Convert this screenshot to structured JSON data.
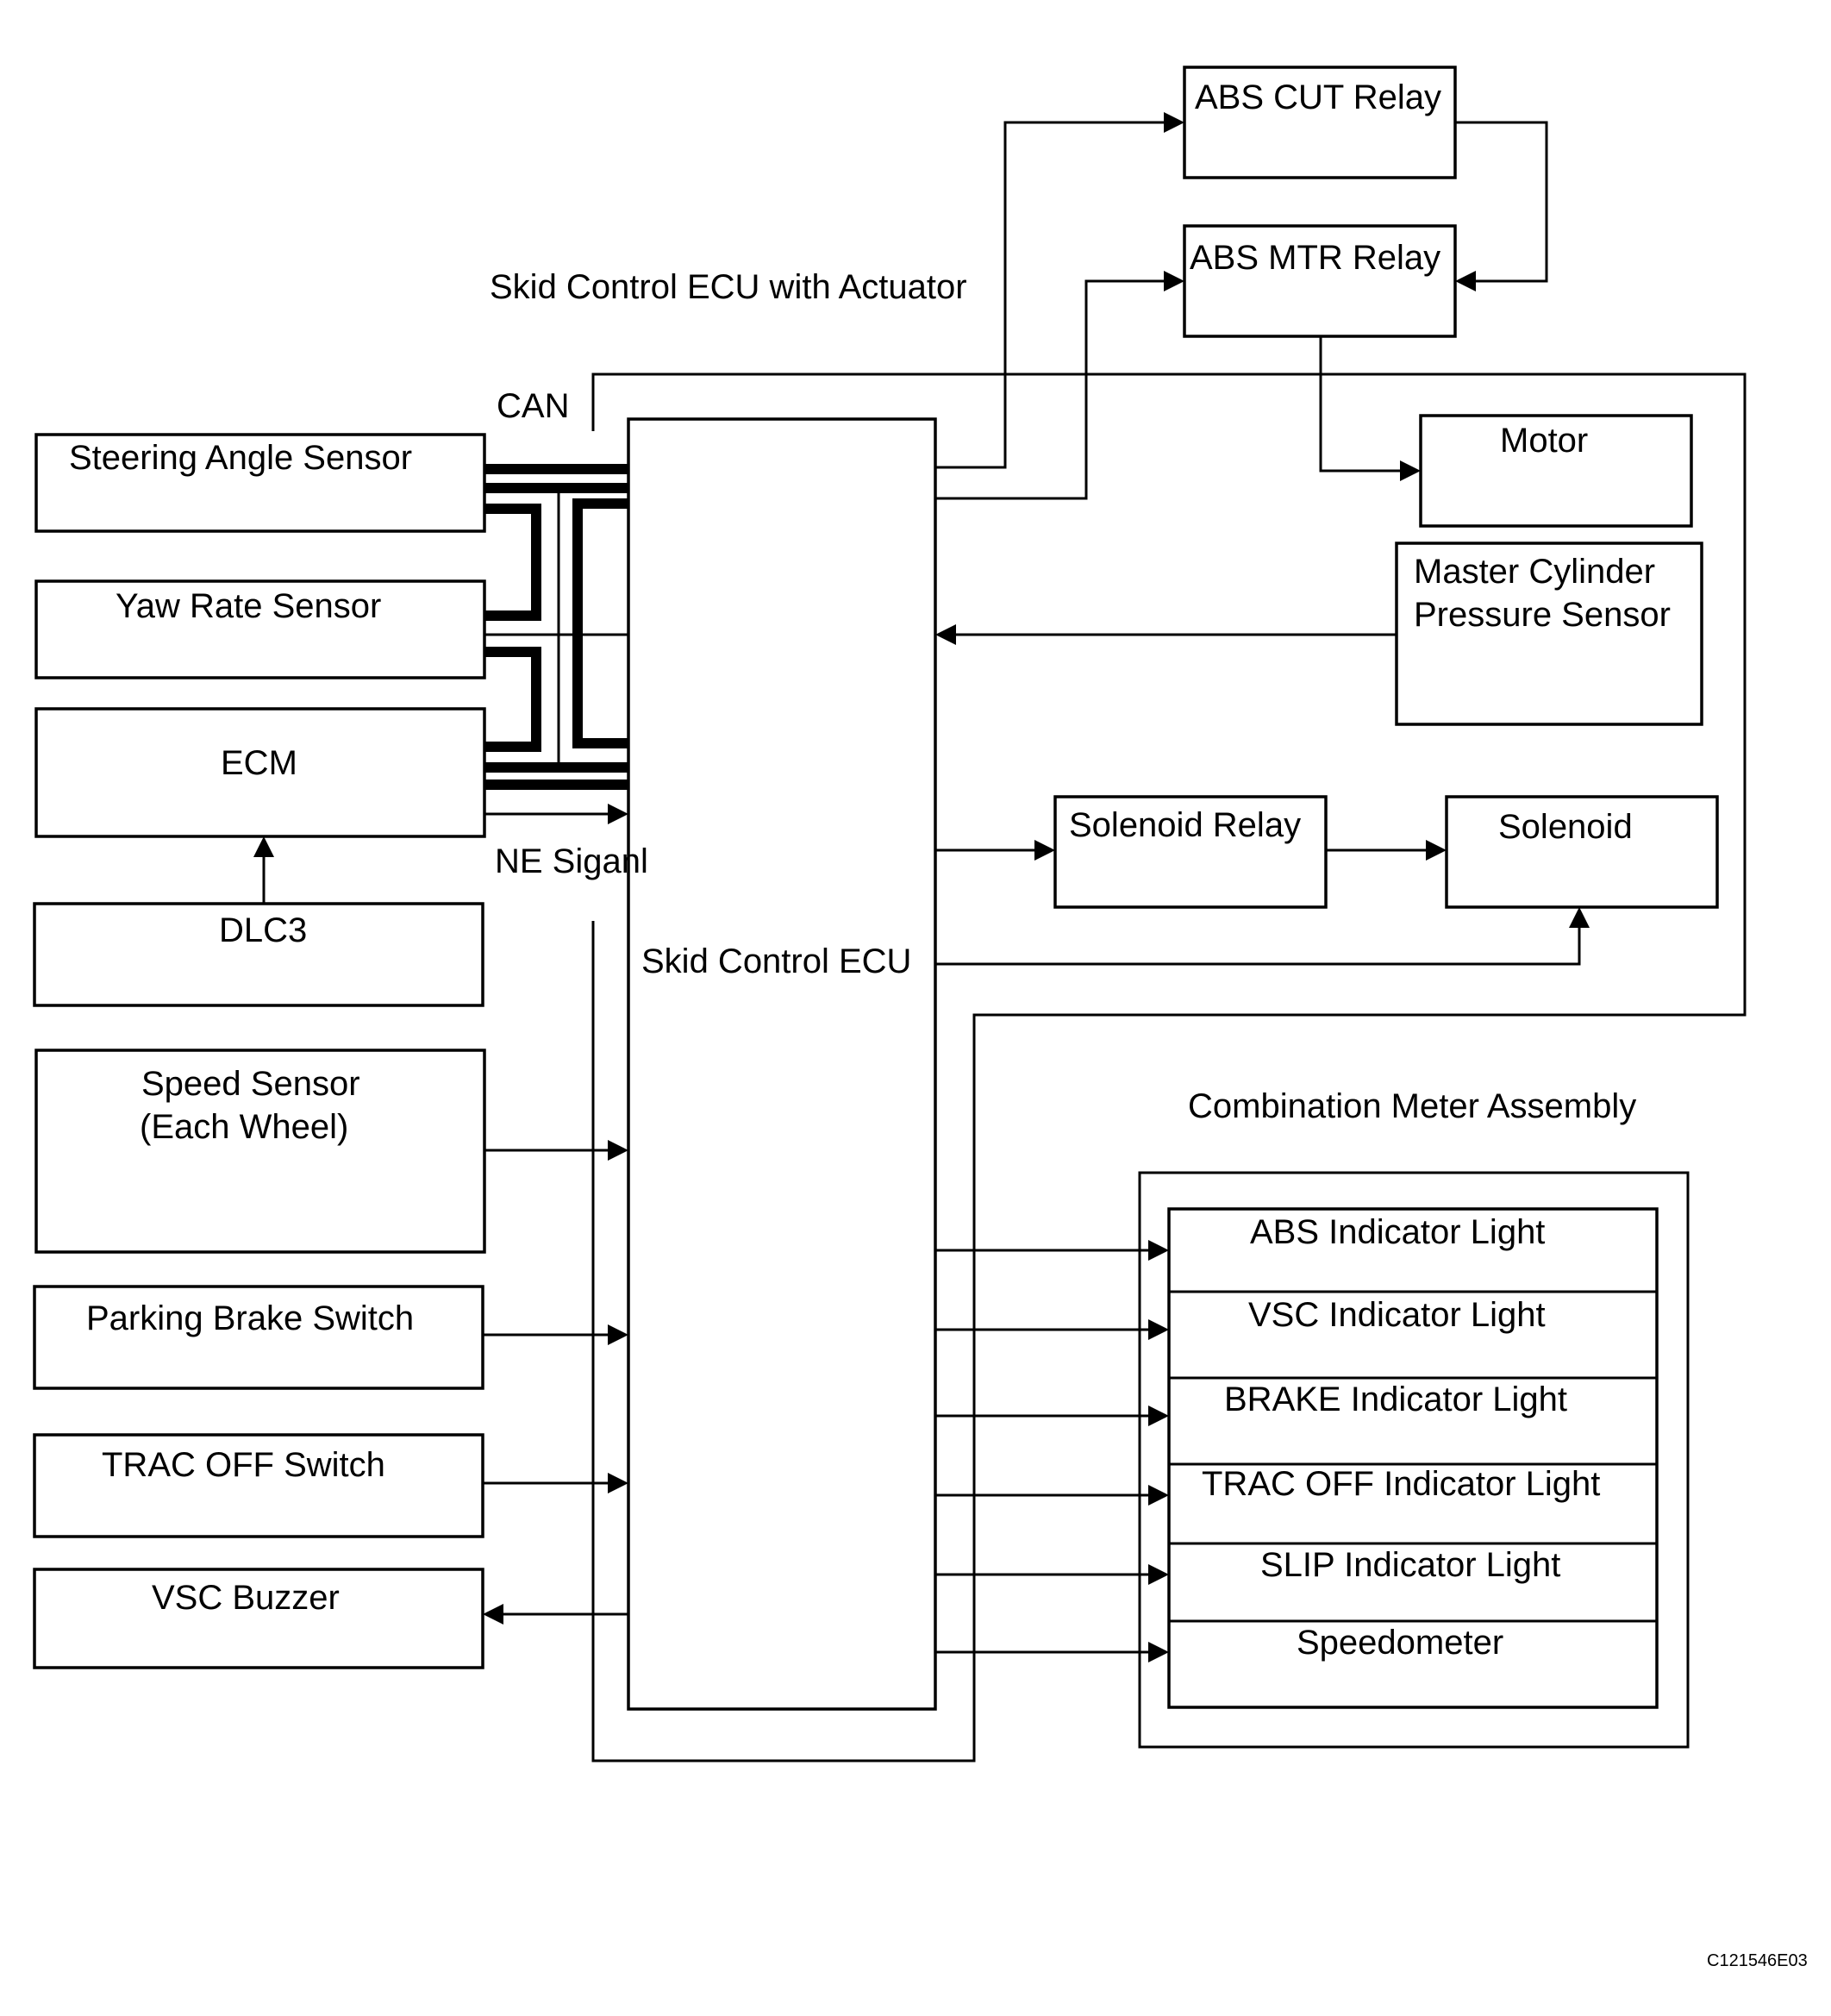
{
  "diagram": {
    "actuator_label": "Skid Control ECU with Actuator",
    "can_label": "CAN",
    "ne_signal_label": "NE Siganl",
    "ecu_label": "Skid Control ECU",
    "meter_assembly_label": "Combination Meter Assembly",
    "figure_code": "C121546E03",
    "inputs": {
      "steering_angle_sensor": "Steering Angle Sensor",
      "yaw_rate_sensor": "Yaw Rate Sensor",
      "ecm": "ECM",
      "dlc3": "DLC3",
      "speed_sensor_line1": "Speed Sensor",
      "speed_sensor_line2": "(Each Wheel)",
      "parking_brake_switch": "Parking Brake Switch",
      "trac_off_switch": "TRAC OFF Switch",
      "vsc_buzzer": "VSC Buzzer"
    },
    "actuators": {
      "abs_cut_relay": "ABS CUT Relay",
      "abs_mtr_relay": "ABS MTR Relay",
      "motor": "Motor",
      "master_cylinder_line1": "Master Cylinder",
      "master_cylinder_line2": "Pressure Sensor",
      "solenoid_relay": "Solenoid Relay",
      "solenoid": "Solenoid"
    },
    "meter_items": [
      "ABS Indicator Light",
      "VSC Indicator Light",
      "BRAKE Indicator Light",
      "TRAC OFF Indicator Light",
      "SLIP Indicator Light",
      "Speedometer"
    ]
  }
}
